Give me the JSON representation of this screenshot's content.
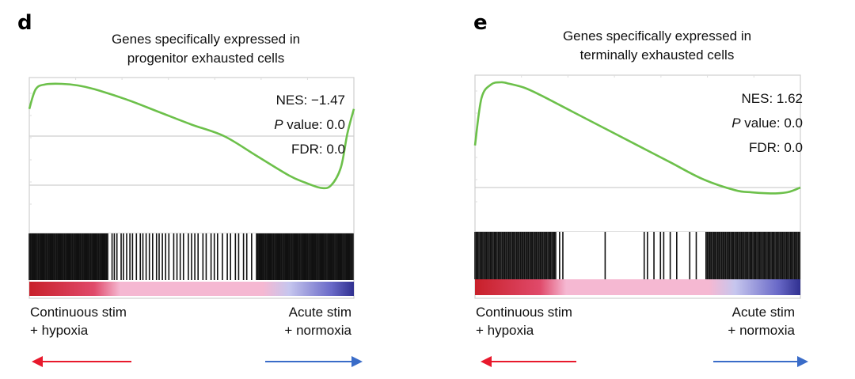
{
  "panels": [
    {
      "letter": "d",
      "title": [
        "Genes specifically expressed in",
        "progenitor exhausted cells"
      ],
      "stats": {
        "nes_label": "NES: ",
        "nes": "−1.47",
        "p_italic": "P",
        "p_label": " value: ",
        "p": "0.0",
        "fdr_label": "FDR: ",
        "fdr": "0.0"
      },
      "left_label": [
        "Continuous stim",
        "+ hypoxia"
      ],
      "right_label": [
        "Acute stim",
        "+ normoxia"
      ],
      "left_arrow_color": "#e8192c",
      "right_arrow_color": "#3a6cc8"
    },
    {
      "letter": "e",
      "title": [
        "Genes specifically expressed in",
        "terminally exhausted cells"
      ],
      "stats": {
        "nes_label": "NES: ",
        "nes": "1.62",
        "p_italic": "P",
        "p_label": " value: ",
        "p": "0.0",
        "fdr_label": "FDR: ",
        "fdr": "0.0"
      },
      "left_label": [
        "Continuous stim",
        "+ hypoxia"
      ],
      "right_label": [
        "Acute stim",
        "+ normoxia"
      ],
      "left_arrow_color": "#e8192c",
      "right_arrow_color": "#3a6cc8"
    }
  ],
  "chart_data": [
    {
      "type": "line",
      "title": "Genes specifically expressed in progenitor exhausted cells",
      "xlim": [
        0,
        1
      ],
      "series": [
        {
          "x": [
            0,
            0.02,
            0.05,
            0.1,
            0.15,
            0.2,
            0.3,
            0.4,
            0.5,
            0.6,
            0.7,
            0.8,
            0.85,
            0.9,
            0.93,
            0.96,
            0.98,
            1.0
          ],
          "y": [
            0.52,
            0.9,
            0.99,
            1.0,
            0.97,
            0.9,
            0.7,
            0.46,
            0.22,
            0.0,
            -0.22,
            -0.44,
            -0.52,
            -0.58,
            -0.55,
            -0.35,
            0.05,
            0.52
          ]
        }
      ],
      "nes": -1.47,
      "p_value": 0.0,
      "fdr": 0.0,
      "colors": {
        "curve": "#6cc04a",
        "rank_high": "#c8202a",
        "rank_mid": "#f5b8d2",
        "rank_low": "#303090"
      }
    },
    {
      "type": "line",
      "title": "Genes specifically expressed in terminally exhausted cells",
      "xlim": [
        0,
        1
      ],
      "series": [
        {
          "x": [
            0,
            0.02,
            0.05,
            0.08,
            0.1,
            0.15,
            0.2,
            0.3,
            0.4,
            0.5,
            0.6,
            0.7,
            0.8,
            0.85,
            0.9,
            0.93,
            0.96,
            0.98,
            1.0
          ],
          "y": [
            0.4,
            0.85,
            0.98,
            1.0,
            0.99,
            0.95,
            0.88,
            0.72,
            0.56,
            0.4,
            0.24,
            0.08,
            -0.08,
            -0.14,
            -0.17,
            -0.17,
            -0.14,
            -0.08,
            0.0
          ]
        }
      ],
      "nes": 1.62,
      "p_value": 0.0,
      "fdr": 0.0,
      "colors": {
        "curve": "#6cc04a",
        "rank_high": "#c8202a",
        "rank_mid": "#f5b8d2",
        "rank_low": "#303090"
      }
    }
  ]
}
